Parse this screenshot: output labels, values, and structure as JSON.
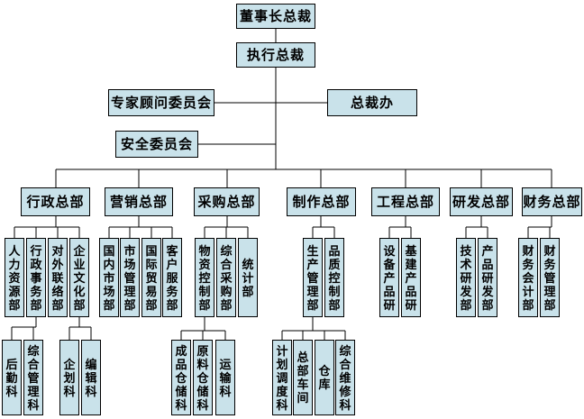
{
  "colors": {
    "box_fill": "#c9e2ea",
    "box_border": "#000000",
    "connector": "#000000"
  },
  "org": {
    "chairman": "董事长总裁",
    "ceo": "执行总裁",
    "advisory_committee": "专家顾问委员会",
    "president_office": "总裁办",
    "safety_committee": "安全委员会",
    "departments": [
      {
        "label": "行政总部",
        "children": [
          "人力资源部",
          "行政事务部",
          "对外联络部",
          "企业文化部"
        ]
      },
      {
        "label": "营销总部",
        "children": [
          "国内市场部",
          "市场管理部",
          "国际贸易部",
          "客户服务部"
        ]
      },
      {
        "label": "采购总部",
        "children": [
          "物资控制部",
          "综合采购部",
          "统计部"
        ]
      },
      {
        "label": "制作总部",
        "children": [
          "生产管理部",
          "品质控制部"
        ]
      },
      {
        "label": "工程总部",
        "children": [
          "设备产品研",
          "基建产品研"
        ]
      },
      {
        "label": "研发总部",
        "children": [
          "技术研发部",
          "产品研发部"
        ]
      },
      {
        "label": "财务总部",
        "children": [
          "财务会计部",
          "财务管理部"
        ]
      }
    ],
    "sections": {
      "admin_affairs": [
        "后勤科",
        "综合管理科"
      ],
      "corporate_culture": [
        "企划科",
        "编辑科"
      ],
      "material_control": [
        "成品仓储科",
        "原料仓储科",
        "运输科"
      ],
      "production_mgmt": [
        "计划调度科",
        "总部车间",
        "仓库",
        "综合维修科"
      ]
    }
  }
}
